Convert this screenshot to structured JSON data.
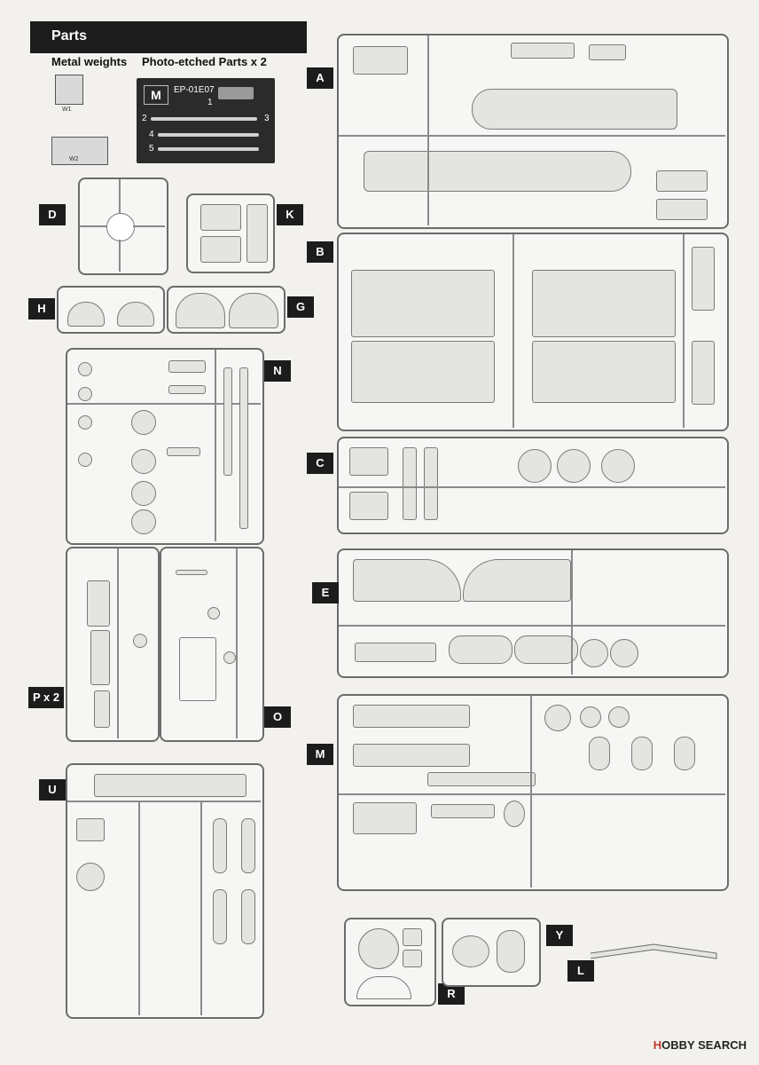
{
  "header": {
    "title": "Parts"
  },
  "metal": {
    "label": "Metal weights",
    "w1": "W1",
    "w2": "W2"
  },
  "photo": {
    "label": "Photo-etched Parts x 2",
    "code": "EP-01E07",
    "logo": "M",
    "numbers": [
      "1",
      "2",
      "3",
      "4",
      "5"
    ]
  },
  "sprues": {
    "A": "A",
    "B": "B",
    "C": "C",
    "D": "D",
    "E": "E",
    "G": "G",
    "H": "H",
    "K": "K",
    "L": "L",
    "M": "M",
    "N": "N",
    "O": "O",
    "P": "P x 2",
    "R": "R",
    "U": "U",
    "Y": "Y"
  },
  "footer": {
    "brand_a": "H",
    "brand_b": "OBBY SEARCH"
  }
}
